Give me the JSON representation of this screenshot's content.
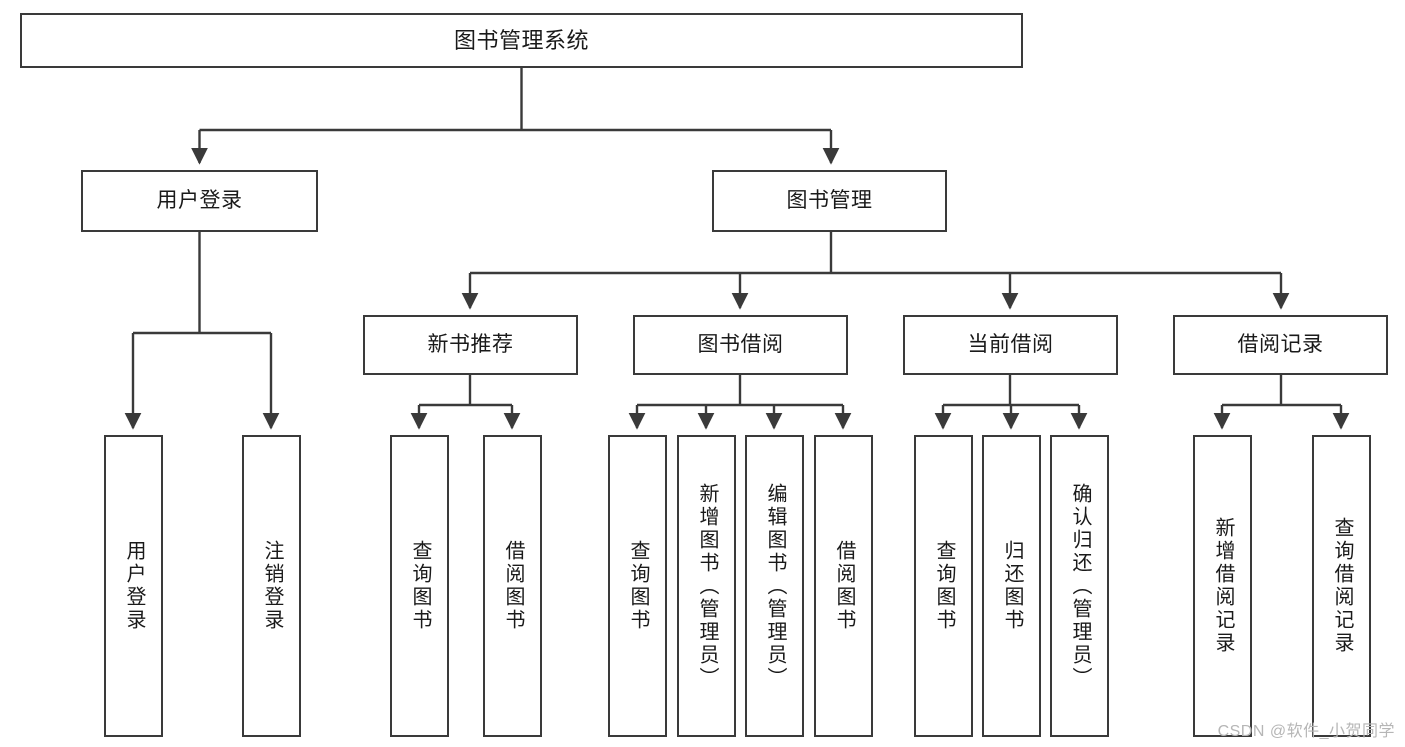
{
  "diagram": {
    "title": "图书管理系统",
    "type": "hierarchy-tree",
    "root": {
      "label": "图书管理系统"
    },
    "level1": [
      {
        "label": "用户登录"
      },
      {
        "label": "图书管理"
      }
    ],
    "level2": [
      {
        "label": "新书推荐"
      },
      {
        "label": "图书借阅"
      },
      {
        "label": "当前借阅"
      },
      {
        "label": "借阅记录"
      }
    ],
    "leaves": {
      "user_login": [
        {
          "label": "用户登录"
        },
        {
          "label": "注销登录"
        }
      ],
      "new_book_recommend": [
        {
          "label": "查询图书"
        },
        {
          "label": "借阅图书"
        }
      ],
      "book_borrow": [
        {
          "label": "查询图书"
        },
        {
          "label": "新增图书（管理员）"
        },
        {
          "label": "编辑图书（管理员）"
        },
        {
          "label": "借阅图书"
        }
      ],
      "current_borrow": [
        {
          "label": "查询图书"
        },
        {
          "label": "归还图书"
        },
        {
          "label": "确认归还（管理员）"
        }
      ],
      "borrow_record": [
        {
          "label": "新增借阅记录"
        },
        {
          "label": "查询借阅记录"
        }
      ]
    }
  },
  "watermark": {
    "text": "CSDN @软件_小贺同学"
  },
  "colors": {
    "box_border": "#3a3a3a",
    "connector": "#3a3a3a",
    "text": "#1a1a1a",
    "background": "#ffffff",
    "watermark": "#b6b6b6"
  }
}
